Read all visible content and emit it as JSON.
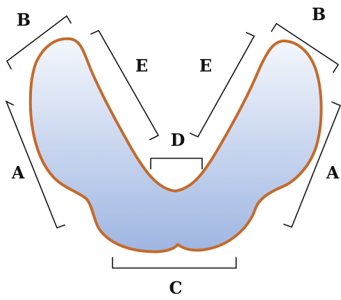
{
  "labels": {
    "b_left": "B",
    "b_right": "B",
    "e_left": "E",
    "e_right": "E",
    "a_left": "A",
    "a_right": "A",
    "d": "D",
    "c": "C"
  },
  "colors": {
    "outline": "#c56a2a",
    "fill_top": "#f4f7fc",
    "fill_bottom": "#9fb6e2",
    "bracket": "#111111",
    "label": "#111111"
  }
}
